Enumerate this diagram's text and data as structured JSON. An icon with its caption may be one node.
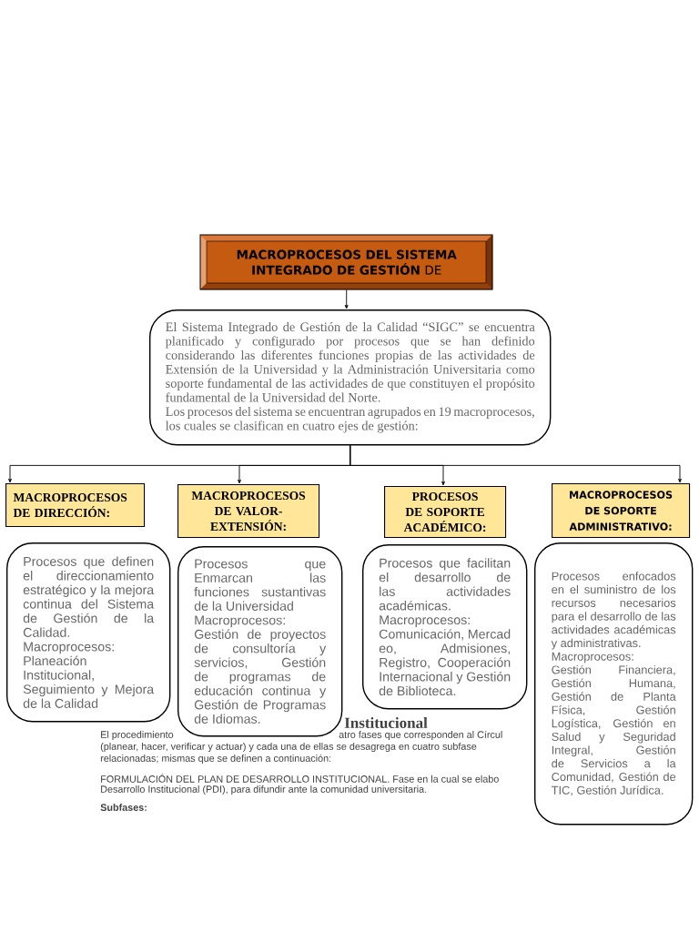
{
  "diagram": {
    "nodes": [
      {
        "text": [
          "**MACROPROCESOS DEL SISTEMA INTEGRADO DE GESTIÓN** DE"
        ]
      },
      {
        "text": [
          "El Sistema Integrado de Gestión de la Calidad “SIGC” se encuentra planificado y configurado por procesos que se han definido considerando las diferentes funciones propias de las actividades de Extensión de la Universidad y la Administración Universitaria como soporte fundamental de las actividades de que constituyen el propósito fundamental de la Universidad del Norte.",
          "Los procesos del sistema se encuentran agrupados en 19 macroprocesos, los cuales se clasifican en cuatro ejes de gestión:"
        ]
      },
      {
        "text": [
          "MACROPROCESOS DE DIRECCIÓN:"
        ]
      },
      {
        "text": [
          "MACROPROCESOS DE VALOR-EXTENSIÓN:"
        ]
      },
      {
        "text": [
          "PROCESOS DE SOPORTE ACADÉMICO:"
        ]
      },
      {
        "text": [
          "MACROPROCESOS DE SOPORTE ADMINISTRATIVO:"
        ]
      },
      {
        "text": [
          "Procesos que definen el direccionamiento estratégico y la mejora continua del Sistema de Gestión de la Calidad.",
          "Macroprocesos:",
          "Planeación Institucional, Seguimiento y Mejora de la Calidad"
        ]
      },
      {
        "text": [
          "Procesos que Enmarcan las funciones sustantivas de la Universidad",
          "Macroprocesos:",
          "Gestión de proyectos de consultoría y servicios, Gestión de programas de educación continua y Gestión de Programas de Idiomas."
        ]
      },
      {
        "text": [
          "Procesos que facilitan el desarrollo de las actividades académicas.",
          "Macroprocesos:",
          "Comunicación, Mercad eo, Admisiones, Registro, Cooperación Internacional y Gestión de Biblioteca."
        ]
      },
      {
        "text": [
          "Procesos enfocados en el suministro de los recursos necesarios para el desarrollo de las actividades académicas y administrativas.",
          "Macroprocesos:",
          "Gestión Financiera, Gestión Humana, Gestión de Planta Física, Gestión Logística, Gestión en Salud y Seguridad Integral, Gestión de Servicios a la Comunidad, Gestión de TIC, Gestión Jurídica."
        ]
      }
    ],
    "edges": [
      {
        "from": 0,
        "to": 1,
        "arrow": "to"
      },
      {
        "from": 1,
        "to": 2,
        "arrow": "to"
      },
      {
        "from": 1,
        "to": 3,
        "arrow": "to"
      },
      {
        "from": 1,
        "to": 4,
        "arrow": "to"
      },
      {
        "from": 1,
        "to": 5,
        "arrow": "to"
      }
    ],
    "labels": [
      "Institucional",
      "El procedimiento",
      "atro fases que corresponden al Círcul",
      "(planear, hacer, verificar y actuar) y cada una de ellas se desagrega en cuatro subfase",
      "relacionadas; mismas que se definen a continuación:",
      "FORMULACIÓN DEL PLAN DE DESARROLLO INSTITUCIONAL. Fase en la cual se elabo",
      "Desarrollo Institucional (PDI), para difundir ante la comunidad universitaria.",
      "Subfases:"
    ]
  }
}
